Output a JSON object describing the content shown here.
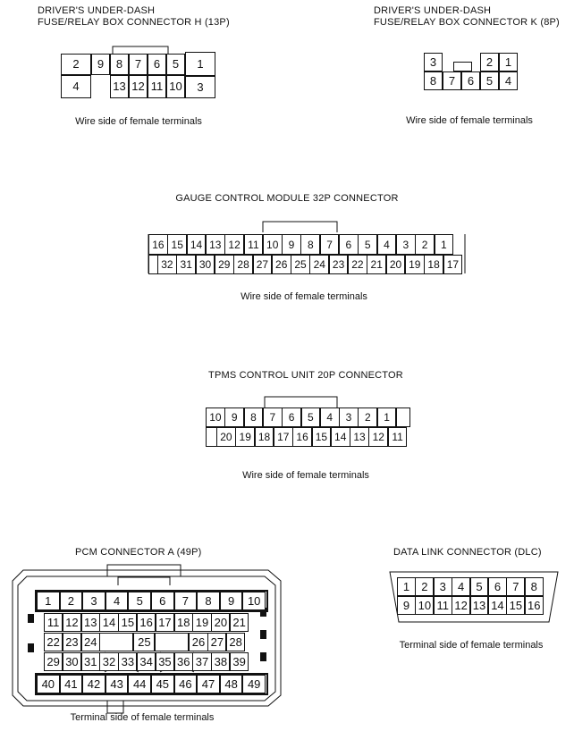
{
  "connector_h": {
    "title_line1": "DRIVER'S UNDER-DASH",
    "title_line2": "FUSE/RELAY BOX CONNECTOR H (13P)",
    "pins": [
      "1",
      "2",
      "3",
      "4",
      "5",
      "6",
      "7",
      "8",
      "9",
      "10",
      "11",
      "12",
      "13"
    ],
    "caption": "Wire side of female terminals"
  },
  "connector_k": {
    "title_line1": "DRIVER'S UNDER-DASH",
    "title_line2": "FUSE/RELAY BOX CONNECTOR K (8P)",
    "pins": [
      "1",
      "2",
      "3",
      "4",
      "5",
      "6",
      "7",
      "8"
    ],
    "caption": "Wire side of female terminals"
  },
  "gauge": {
    "title": "GAUGE CONTROL MODULE 32P CONNECTOR",
    "top_row": [
      "16",
      "15",
      "14",
      "13",
      "12",
      "11",
      "10",
      "9",
      "8",
      "7",
      "6",
      "5",
      "4",
      "3",
      "2",
      "1"
    ],
    "bottom_row": [
      "32",
      "31",
      "30",
      "29",
      "28",
      "27",
      "26",
      "25",
      "24",
      "23",
      "22",
      "21",
      "20",
      "19",
      "18",
      "17"
    ],
    "caption": "Wire side of female terminals"
  },
  "tpms": {
    "title": "TPMS CONTROL UNIT 20P CONNECTOR",
    "top_row": [
      "10",
      "9",
      "8",
      "7",
      "6",
      "5",
      "4",
      "3",
      "2",
      "1"
    ],
    "bottom_row": [
      "20",
      "19",
      "18",
      "17",
      "16",
      "15",
      "14",
      "13",
      "12",
      "11"
    ],
    "caption": "Wire side of female terminals"
  },
  "pcm": {
    "title": "PCM CONNECTOR A (49P)",
    "row1": [
      "1",
      "2",
      "3",
      "4",
      "5",
      "6",
      "7",
      "8",
      "9",
      "10"
    ],
    "row2": [
      "11",
      "12",
      "13",
      "14",
      "15",
      "16",
      "17",
      "18",
      "19",
      "20",
      "21"
    ],
    "row3_left": [
      "22",
      "23",
      "24"
    ],
    "row3_mid": "25",
    "row3_right": [
      "26",
      "27",
      "28"
    ],
    "row4": [
      "29",
      "30",
      "31",
      "32",
      "33",
      "34",
      "35",
      "36",
      "37",
      "38",
      "39"
    ],
    "row5": [
      "40",
      "41",
      "42",
      "43",
      "44",
      "45",
      "46",
      "47",
      "48",
      "49"
    ],
    "caption": "Terminal side of female terminals"
  },
  "dlc": {
    "title": "DATA LINK CONNECTOR (DLC)",
    "top_row": [
      "1",
      "2",
      "3",
      "4",
      "5",
      "6",
      "7",
      "8"
    ],
    "bottom_row": [
      "9",
      "10",
      "11",
      "12",
      "13",
      "14",
      "15",
      "16"
    ],
    "caption": "Terminal side of female terminals"
  }
}
